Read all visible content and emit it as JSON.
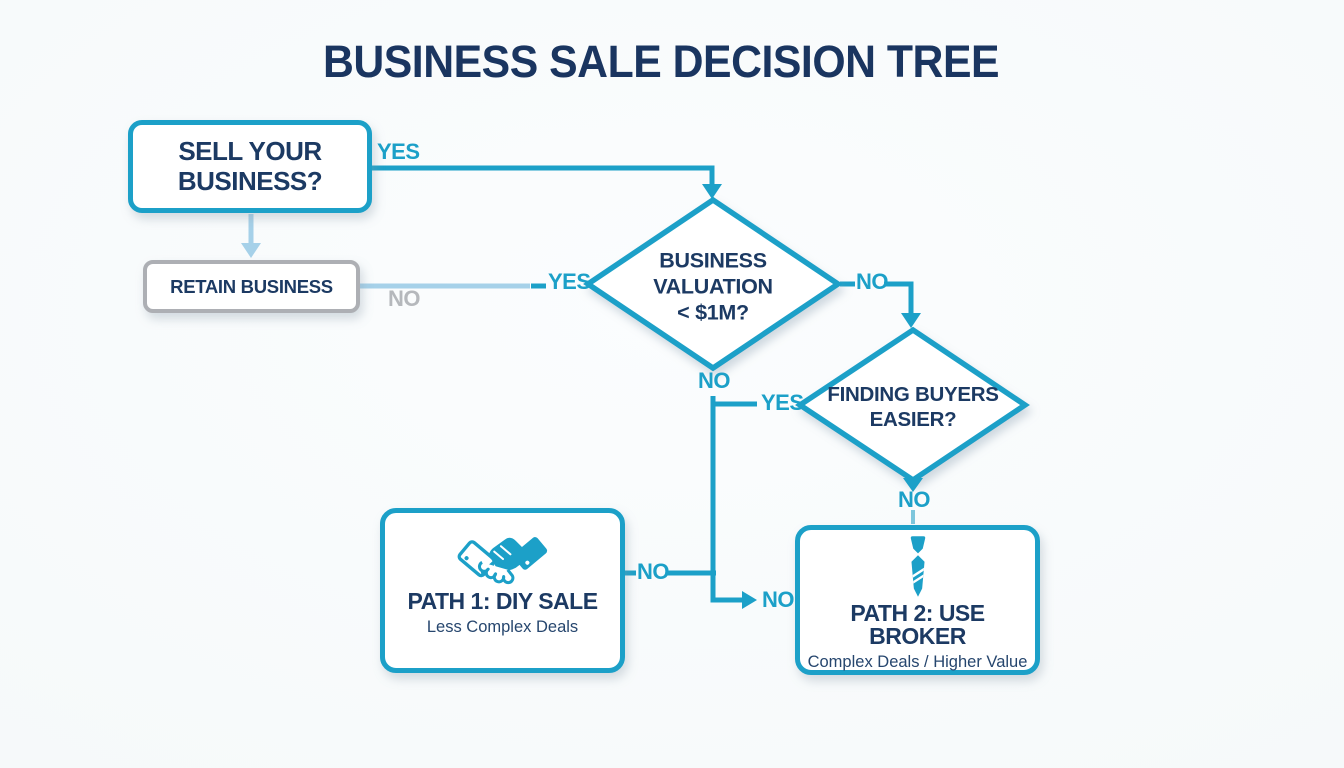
{
  "title": "BUSINESS SALE DECISION TREE",
  "colors": {
    "teal": "#1CA0C8",
    "teal_light": "#7EC6DC",
    "light_blue": "#A6D1E9",
    "navy": "#1C3A63",
    "title_navy": "#1A3560",
    "gray_border": "#ADAFB4",
    "gray_label": "#B5B8BC",
    "bg": "#F7F9FA"
  },
  "nodes": {
    "sell": {
      "label": "SELL YOUR BUSINESS?"
    },
    "retain": {
      "label": "RETAIN BUSINESS"
    },
    "valuation": {
      "lines": [
        "BUSINESS",
        "VALUATION",
        "< $1M?"
      ]
    },
    "buyers": {
      "lines": [
        "FINDING BUYERS",
        "EASIER?"
      ]
    },
    "path1": {
      "title": "PATH 1: DIY SALE",
      "subtitle": "Less Complex Deals",
      "icon": "handshake-icon"
    },
    "path2": {
      "title": "PATH 2: USE BROKER",
      "subtitle": "Complex Deals / Higher Value",
      "icon": "tie-icon"
    }
  },
  "labels": {
    "sell_yes": "YES",
    "retain_no": "NO",
    "valuation_yes": "YES",
    "valuation_no_right": "NO",
    "valuation_no_down": "NO",
    "buyers_yes": "YES",
    "buyers_no": "NO",
    "path1_no": "NO",
    "to_path2_no": "NO"
  }
}
